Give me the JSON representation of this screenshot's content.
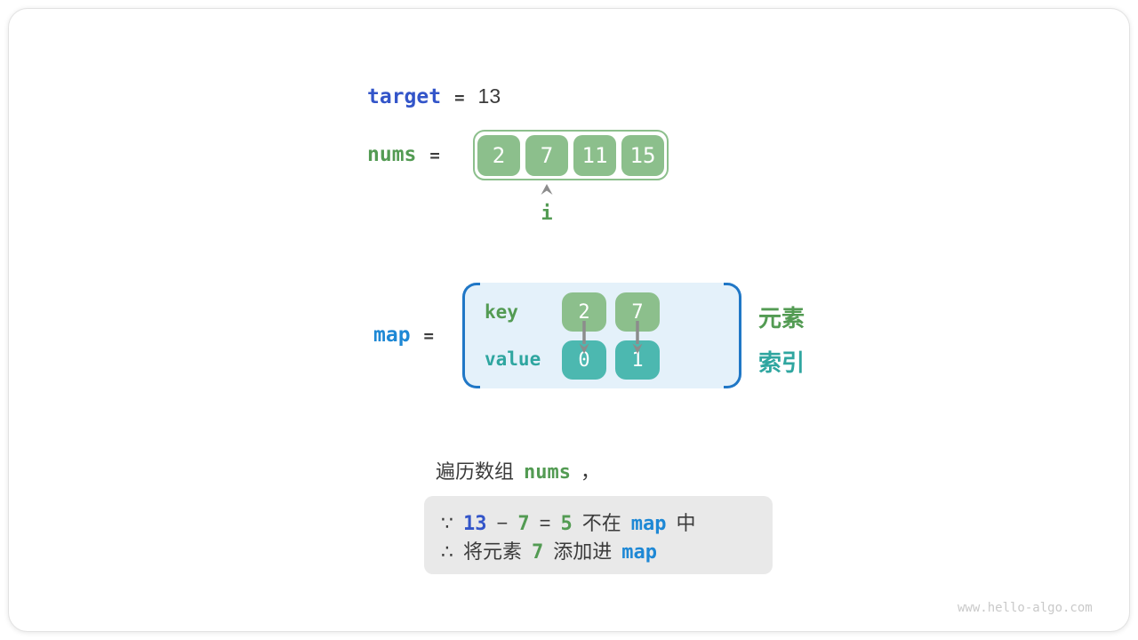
{
  "target_row": {
    "var": "target",
    "eq": "=",
    "value": "13"
  },
  "nums_row": {
    "var": "nums",
    "eq": "=",
    "cells": [
      "2",
      "7",
      "11",
      "15"
    ],
    "pointer_label": "i",
    "pointer_index": 1
  },
  "map_row": {
    "var": "map",
    "eq": "=",
    "key_label": "key",
    "value_label": "value",
    "entries": [
      {
        "key": "2",
        "value": "0"
      },
      {
        "key": "7",
        "value": "1"
      }
    ],
    "side_labels": {
      "element": "元素",
      "index": "索引"
    }
  },
  "caption": {
    "prefix": "遍历数组",
    "code": "nums",
    "suffix": "，"
  },
  "note_box": {
    "line1": [
      {
        "text": "∵",
        "color": "dark"
      },
      {
        "text": "13",
        "color": "indigo"
      },
      {
        "text": "−",
        "color": "dark"
      },
      {
        "text": "7",
        "color": "green"
      },
      {
        "text": "=",
        "color": "dark"
      },
      {
        "text": "5",
        "color": "green"
      },
      {
        "text": "不在",
        "color": "dark"
      },
      {
        "text": "map",
        "color": "blue"
      },
      {
        "text": "中",
        "color": "dark"
      }
    ],
    "line2": [
      {
        "text": "∴",
        "color": "dark"
      },
      {
        "text": "将元素",
        "color": "dark"
      },
      {
        "text": "7",
        "color": "green"
      },
      {
        "text": "添加进",
        "color": "dark"
      },
      {
        "text": "map",
        "color": "blue"
      }
    ]
  },
  "watermark": "www.hello-algo.com",
  "colors": {
    "indigo_code": "#3355c9",
    "blue_code": "#1e88d5",
    "green_code": "#539b53",
    "teal_code": "#2fa6a0",
    "array_cell_fill": "#8cbf8c",
    "value_cell_fill": "#4cb8b0",
    "map_background": "#e4f1fa",
    "map_bracket": "#2077c6",
    "note_background": "#e9e9e9",
    "text_dark": "#3b3b3b"
  }
}
